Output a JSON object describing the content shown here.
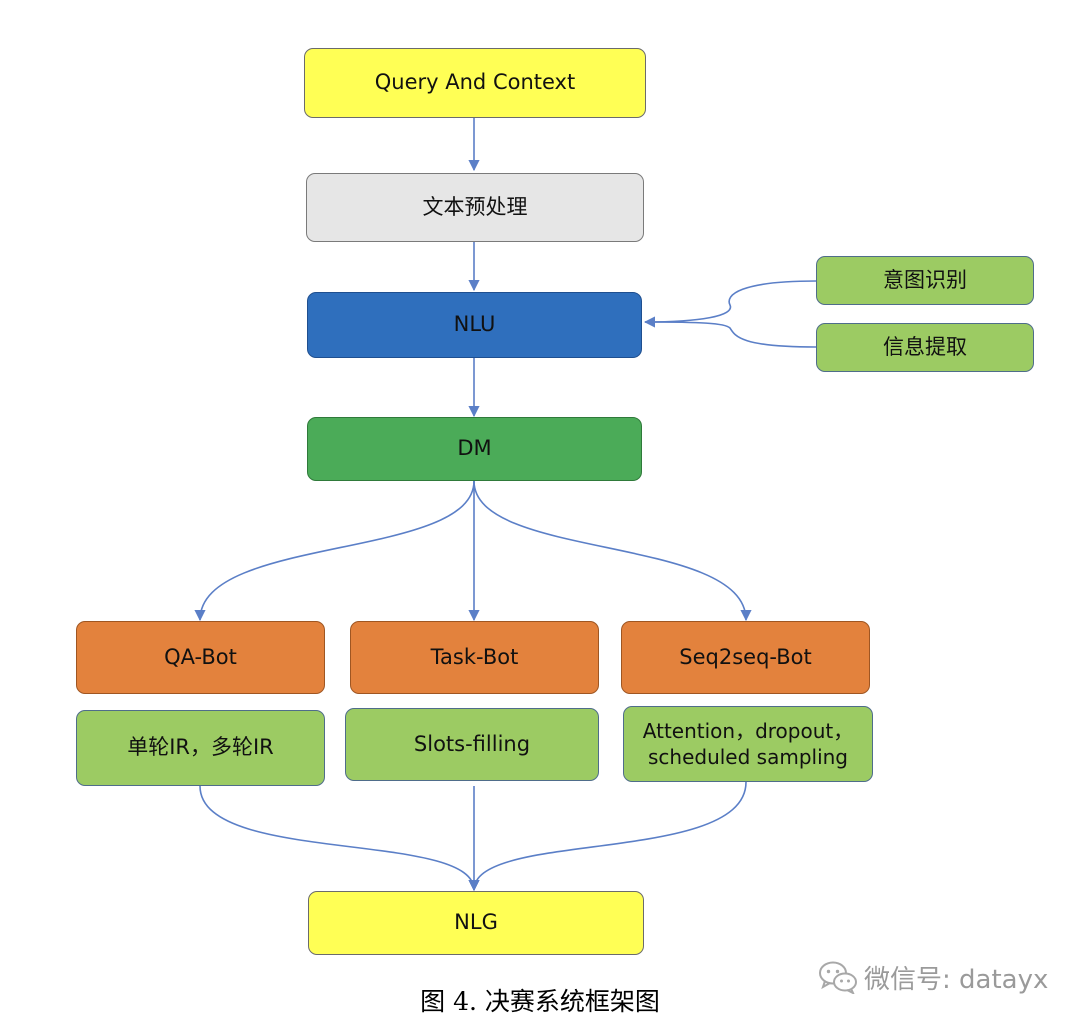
{
  "nodes": {
    "query": "Query And Context",
    "preprocess": "文本预处理",
    "nlu": "NLU",
    "intent": "意图识别",
    "info_extract": "信息提取",
    "dm": "DM",
    "qa_bot": "QA-Bot",
    "task_bot": "Task-Bot",
    "seq2seq_bot": "Seq2seq-Bot",
    "qa_detail": "单轮IR，多轮IR",
    "task_detail": "Slots-filling",
    "seq2seq_detail": "Attention，dropout，\nscheduled sampling",
    "nlg": "NLG"
  },
  "caption": "图 4. 决赛系统框架图",
  "watermark": {
    "icon": "wechat-icon",
    "text": "微信号: datayx"
  },
  "colors": {
    "yellow": "#ffff55",
    "grey": "#e6e6e6",
    "blue": "#2f6fbd",
    "dark_green": "#4bab58",
    "orange": "#e3823d",
    "light_green": "#9ccb63",
    "arrow": "#5b7fc7"
  }
}
